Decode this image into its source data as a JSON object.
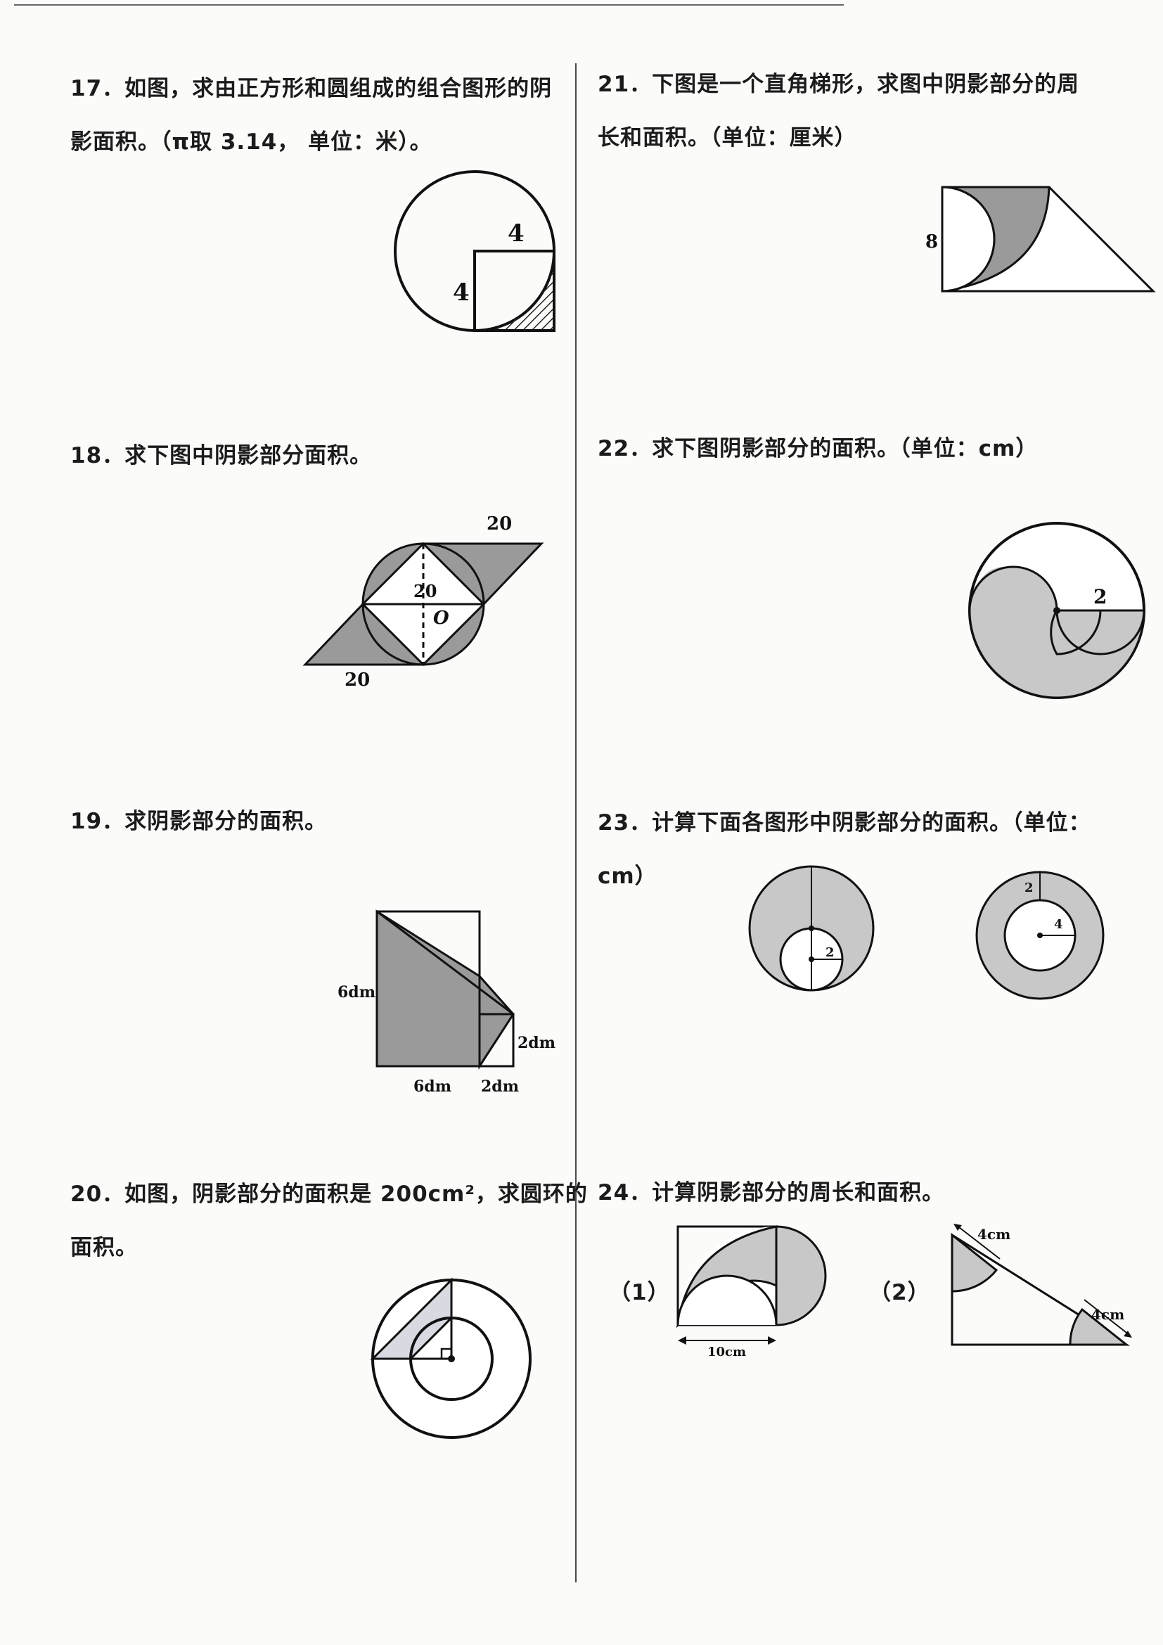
{
  "q17": {
    "line1": "17．如图，求由正方形和圆组成的组合图形的阴",
    "line2": "影面积。（π取 3.14，  单位：米）。",
    "label_top": "4",
    "label_side": "4"
  },
  "q18": {
    "text": "18．求下图中阴影部分面积。",
    "label_top": "20",
    "label_center": "20",
    "label_o": "O",
    "label_bottom": "20"
  },
  "q19": {
    "text": "19．求阴影部分的面积。",
    "label_left": "6dm",
    "label_right": "2dm",
    "label_bottom_left": "6dm",
    "label_bottom_right": "2dm"
  },
  "q20": {
    "line1": "20．如图，阴影部分的面积是 200cm²，求圆环的",
    "line2": "面积。"
  },
  "q21": {
    "line1": "21．下图是一个直角梯形，求图中阴影部分的周",
    "line2": "长和面积。（单位：厘米）",
    "label_side": "8"
  },
  "q22": {
    "text": "22．求下图阴影部分的面积。（单位：cm）",
    "label_r": "2"
  },
  "q23": {
    "line1": "23．计算下面各图形中阴影部分的面积。（单位：",
    "line2": "cm）",
    "label_a": "2",
    "label_b_top": "2",
    "label_b_r": "4"
  },
  "q24": {
    "text": "24．计算阴影部分的周长和面积。",
    "part1": "（1）",
    "part2": "（2）",
    "label_10cm": "10cm",
    "label_4cm_a": "4cm",
    "label_4cm_b": "4cm"
  }
}
